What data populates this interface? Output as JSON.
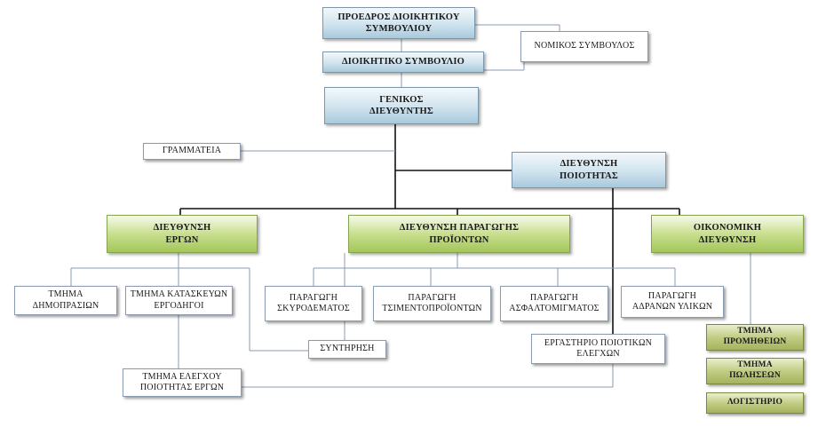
{
  "boxes": {
    "chairman": "ΠΡΟΕΔΡΟΣ ΔΙΟΙΚΗΤΙΚΟΥ\nΣΥΜΒΟΥΛΙΟΥ",
    "legal_advisor": "ΝΟΜΙΚΟΣ ΣΥΜΒΟΥΛΟΣ",
    "board": "ΔΙΟΙΚΗΤΙΚΟ ΣΥΜΒΟΥΛΙΟ",
    "general_manager": "ΓΕΝΙΚΟΣ\nΔΙΕΥΘΥΝΤΗΣ",
    "secretariat": "ΓΡΑΜΜΑΤΕΙΑ",
    "quality_dept": "ΔΙΕΥΘΥΝΣΗ\nΠΟΙΟΤΗΤΑΣ",
    "works_dept": "ΔΙΕΥΘΥΝΣΗ\nΕΡΓΩΝ",
    "production_dept": "ΔΙΕΥΘΥΝΣΗ ΠΑΡΑΓΩΓΗΣ\nΠΡΟΪΟΝΤΩΝ",
    "finance_dept": "ΟΙΚΟΝΟΜΙΚΗ\nΔΙΕΥΘΥΝΣΗ",
    "tenders_section": "ΤΜΗΜΑ\nΔΗΜΟΠΡΑΣΙΩΝ",
    "construction_section": "ΤΜΗΜΑ ΚΑΤΑΣΚΕΥΩΝ\nΕΡΓΟΔΗΓΟΙ",
    "concrete_production": "ΠΑΡΑΓΩΓΗ\nΣΚΥΡΟΔΕΜΑΤΟΣ",
    "cement_products": "ΠΑΡΑΓΩΓΗ\nΤΣΙΜΕΝΤΟΠΡΟΪΟΝΤΩΝ",
    "asphalt_production": "ΠΑΡΑΓΩΓΗ\nΑΣΦΑΛΤΟΜΙΓΜΑΤΟΣ",
    "aggregates_production": "ΠΑΡΑΓΩΓΗ\nΑΔΡΑΝΩΝ ΥΛΙΚΩΝ",
    "maintenance": "ΣΥΝΤΗΡΗΣΗ",
    "quality_lab": "ΕΡΓΑΣΤΗΡΙΟ ΠΟΙΟΤΙΚΩΝ\nΕΛΕΓΧΩΝ",
    "works_quality_section": "ΤΜΗΜΑ ΕΛΕΓΧΟΥ\nΠΟΙΟΤΗΤΑΣ ΕΡΓΩΝ",
    "procurement_section": "ΤΜΗΜΑ\nΠΡΟΜΗΘΕΙΩΝ",
    "sales_section": "ΤΜΗΜΑ\nΠΩΛΗΣΕΩΝ",
    "accounting": "ΛΟΓΙΣΤΗΡΙΟ"
  },
  "colors": {
    "line": "#1a1a1a",
    "thin_line": "#8a9bb0"
  }
}
